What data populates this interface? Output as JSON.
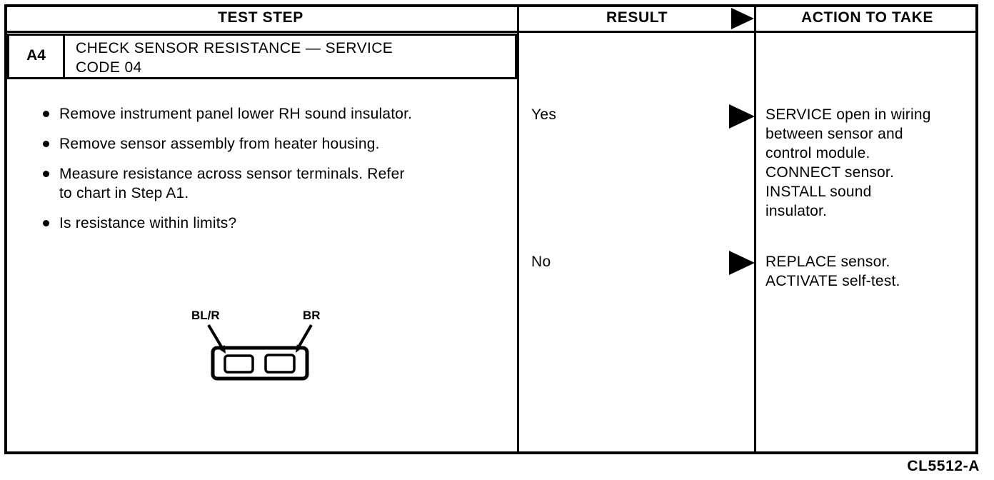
{
  "table": {
    "headers": {
      "test_step": "TEST STEP",
      "result": "RESULT",
      "action": "ACTION TO TAKE"
    },
    "step": {
      "id": "A4",
      "title": "CHECK SENSOR RESISTANCE — SERVICE\nCODE 04",
      "bullets": [
        "Remove instrument panel lower RH sound insulator.",
        "Remove sensor assembly from heater housing.",
        "Measure resistance across sensor terminals. Refer\nto chart in Step A1.",
        "Is resistance within limits?"
      ]
    },
    "results": [
      {
        "label": "Yes",
        "action": "SERVICE open in wiring\nbetween sensor and\ncontrol module.\nCONNECT sensor.\nINSTALL sound\ninsulator."
      },
      {
        "label": "No",
        "action": "REPLACE sensor.\nACTIVATE self-test."
      }
    ],
    "diagram": {
      "labels": [
        "BL/R",
        "BR"
      ]
    }
  },
  "footer": {
    "figure_code": "CL5512-A"
  },
  "colors": {
    "ink": "#000000",
    "paper": "#ffffff"
  }
}
